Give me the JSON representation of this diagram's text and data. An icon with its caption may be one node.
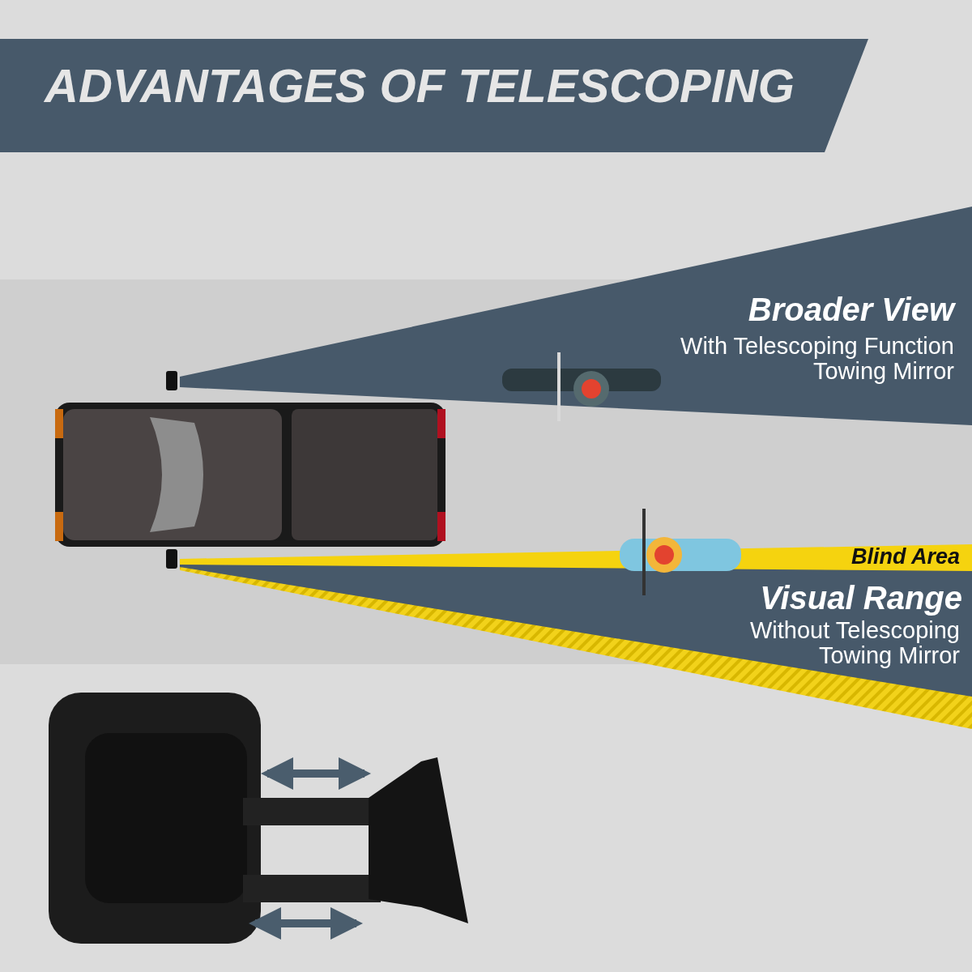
{
  "diagram": {
    "title": "ADVANTAGES OF TELESCOPING",
    "labels": [
      "Broader View",
      "With Telescoping Function Towing Mirror",
      "Blind Area",
      "Visual Range",
      "Without Telescoping Towing Mirror"
    ]
  }
}
